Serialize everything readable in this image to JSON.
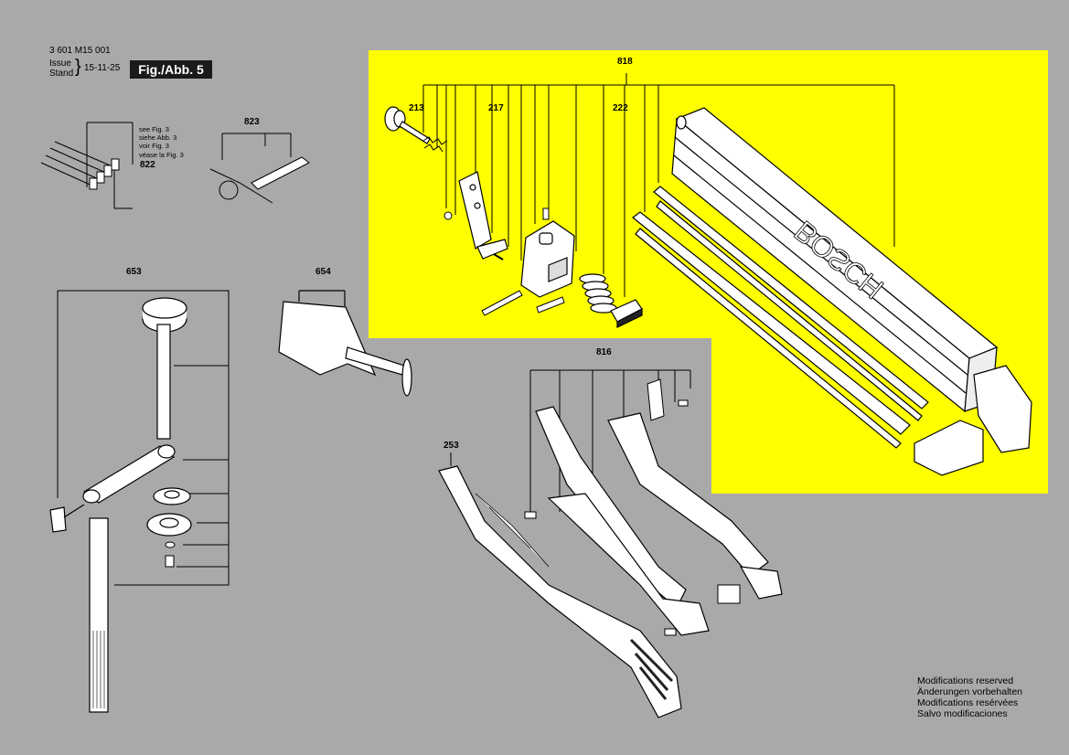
{
  "header": {
    "doc_number": "3 601 M15 001",
    "issue_label": "Issue",
    "stand_label": "Stand",
    "date": "15-11-25",
    "figure_label": "Fig./Abb. 5"
  },
  "highlight_color": "#ffff00",
  "background_color": "#a9a9a9",
  "parts": {
    "p818": "818",
    "p213": "213",
    "p217": "217",
    "p222": "222",
    "p823": "823",
    "p822": "822",
    "p653": "653",
    "p654": "654",
    "p816": "816",
    "p253": "253"
  },
  "see_fig": [
    "see Fig. 3",
    "siehe Abb. 3",
    "voir Fig. 3",
    "véase la Fig. 3"
  ],
  "brand_text": "BOSCH",
  "modifications": [
    "Modifications reserved",
    "Änderungen vorbehalten",
    "Modifications resérvées",
    "Salvo modificaciones"
  ]
}
